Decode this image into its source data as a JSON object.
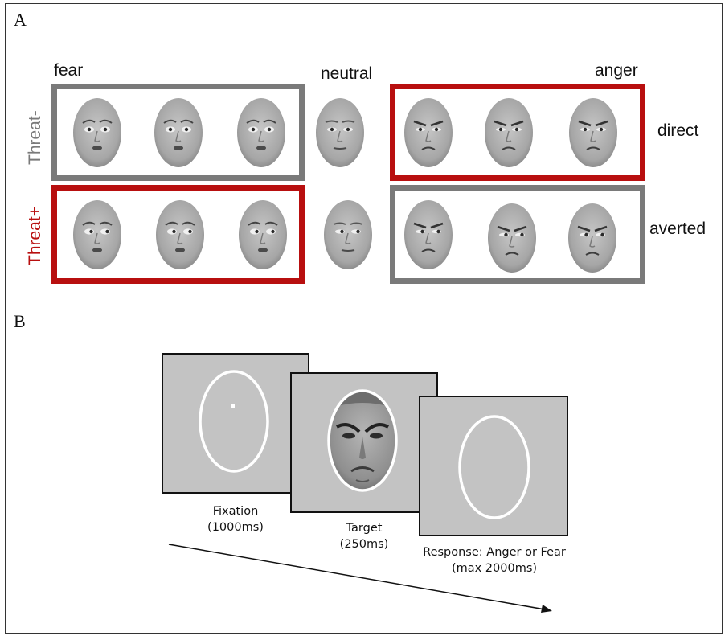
{
  "panel_a": {
    "letter": "A",
    "emotion_labels": {
      "fear": "fear",
      "neutral": "neutral",
      "anger": "anger"
    },
    "threat_labels": {
      "minus": "Threat-",
      "plus": "Threat+"
    },
    "gaze_labels": {
      "direct": "direct",
      "averted": "averted"
    },
    "colors": {
      "threat_minus": "#7a7a7a",
      "threat_plus": "#b80f0f"
    }
  },
  "panel_b": {
    "letter": "B",
    "screens": [
      {
        "caption_line1": "Fixation",
        "caption_line2": "(1000ms)"
      },
      {
        "caption_line1": "Target",
        "caption_line2": "(250ms)"
      },
      {
        "caption_line1": "Response: Anger or Fear",
        "caption_line2": "(max 2000ms)"
      }
    ]
  }
}
